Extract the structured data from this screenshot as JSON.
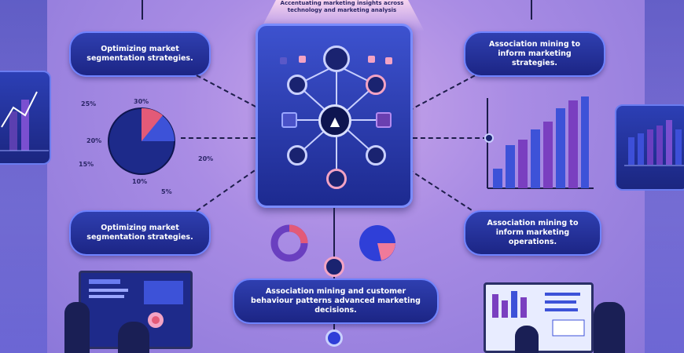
{
  "top_caption": "Accentuating marketing insights across technology and marketing analysis",
  "left_top_pill": "Optimizing market segmentation strategies.",
  "right_top_pill": "Association mining to inform marketing strategies.",
  "left_mid_pill": "Optimizing market segmentation strategies.",
  "right_mid_pill": "Association mining to inform marketing operations.",
  "bottom_pill": "Association mining and customer behaviour patterns advanced marketing decisions.",
  "pie_labels": [
    "30%",
    "25%",
    "20%",
    "15%",
    "10%",
    "20%",
    "5%"
  ],
  "hub_icon": "mountain-icon",
  "colors": {
    "accent": "#2f3fb0",
    "border": "#6f83ff",
    "pink": "#f3a3c4",
    "purple": "#7a3fc0"
  }
}
